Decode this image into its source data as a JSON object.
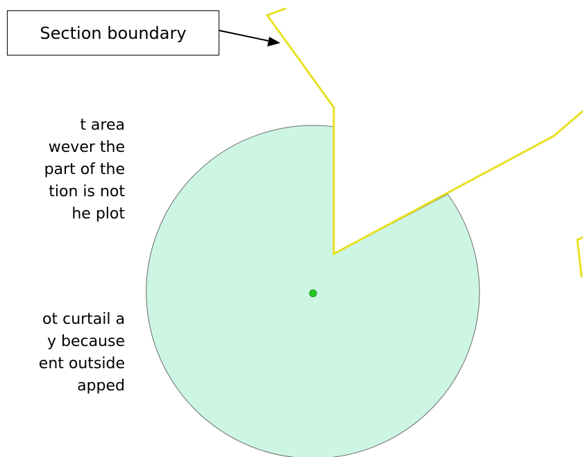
{
  "callout": {
    "label": "Section boundary"
  },
  "text_block_1": {
    "lines": [
      "t area",
      "wever the",
      "part of the",
      "tion is not",
      "he plot"
    ]
  },
  "text_block_2": {
    "lines": [
      "ot curtail a",
      "y because",
      "ent outside",
      "apped"
    ]
  },
  "colors": {
    "plot_fill": "#cdf5e3",
    "plot_outline": "#6a6a6a",
    "boundary_line": "#e8e020",
    "center_point": "#22cc22",
    "arrow": "#000000"
  }
}
